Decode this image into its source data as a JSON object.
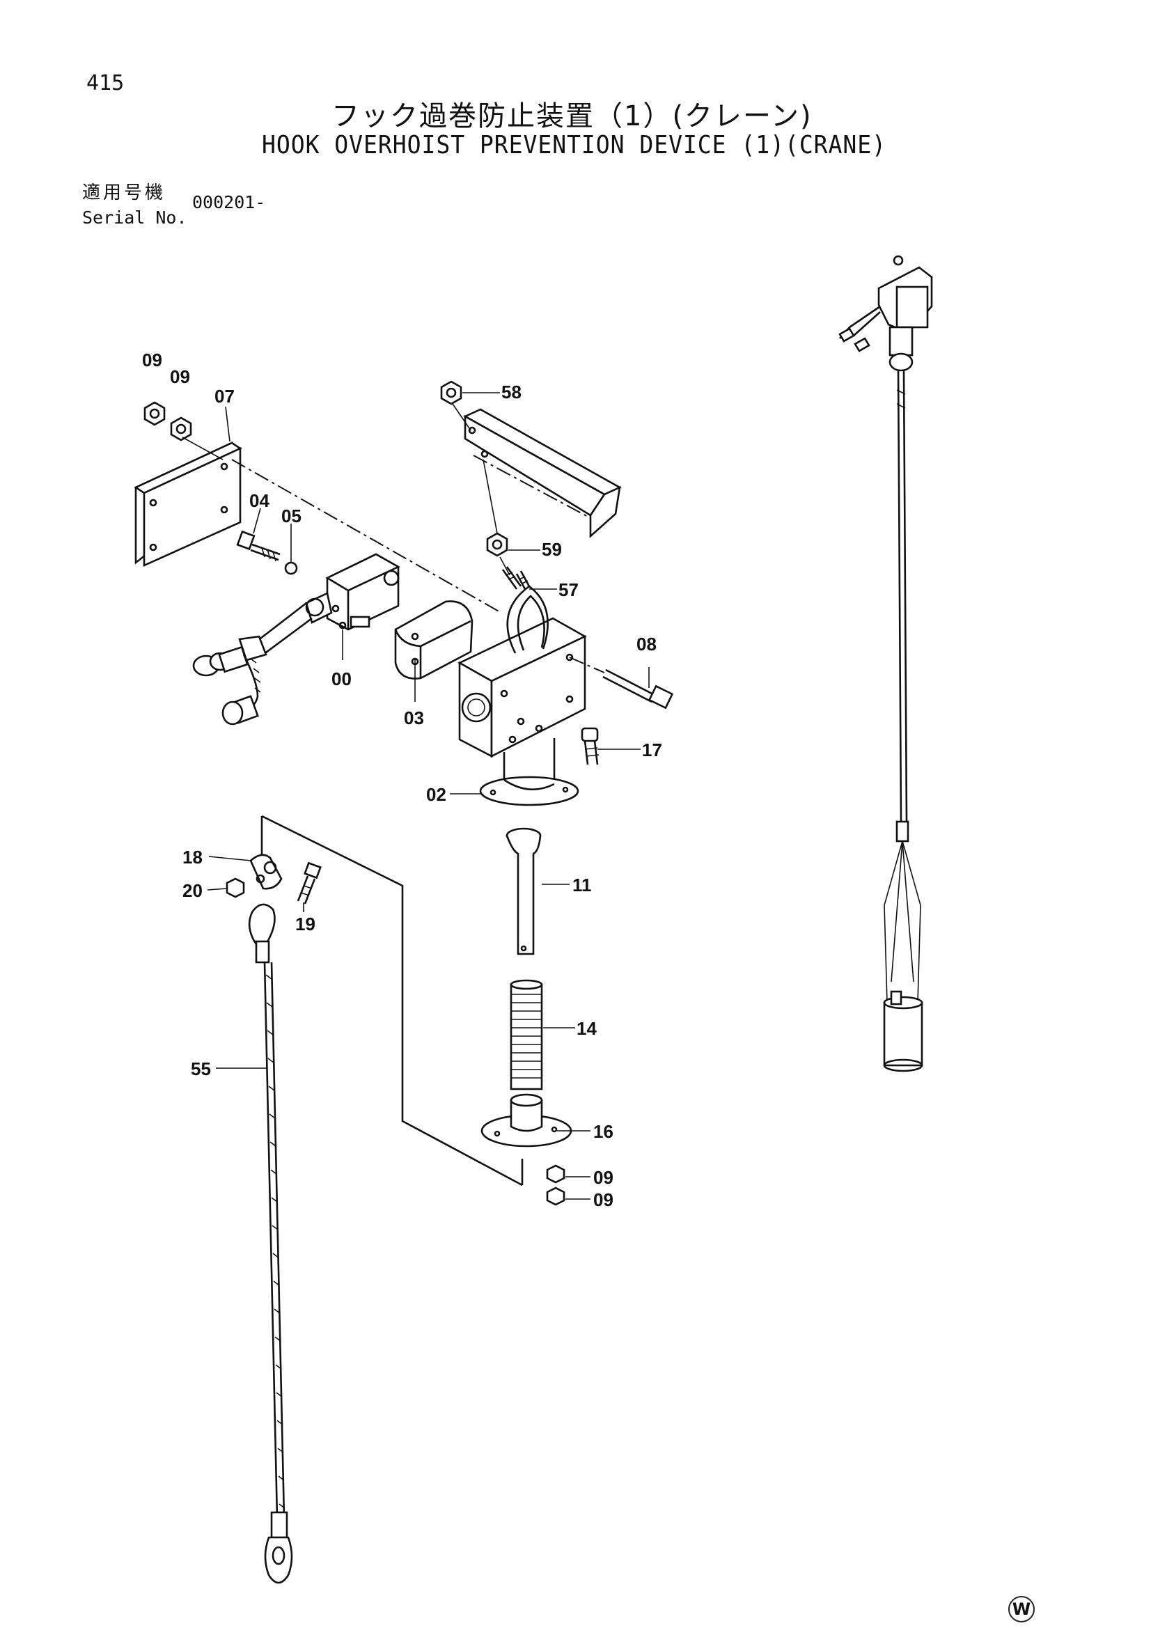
{
  "page": {
    "number": "415",
    "title_ja": "フック過巻防止装置（1）(クレーン)",
    "title_en": "HOOK OVERHOIST PREVENTION DEVICE (1)(CRANE)",
    "serial_label_ja": "適用号機",
    "serial_label_en": "Serial No.",
    "serial_value": "000201-",
    "mark": "W"
  },
  "callouts": {
    "c09a": "09",
    "c09b": "09",
    "c07": "07",
    "c04": "04",
    "c05": "05",
    "c00": "00",
    "c03": "03",
    "c58": "58",
    "c59": "59",
    "c57": "57",
    "c08": "08",
    "c17": "17",
    "c02": "02",
    "c11": "11",
    "c14": "14",
    "c16": "16",
    "c09c": "09",
    "c09d": "09",
    "c18": "18",
    "c20": "20",
    "c19": "19",
    "c55": "55"
  }
}
